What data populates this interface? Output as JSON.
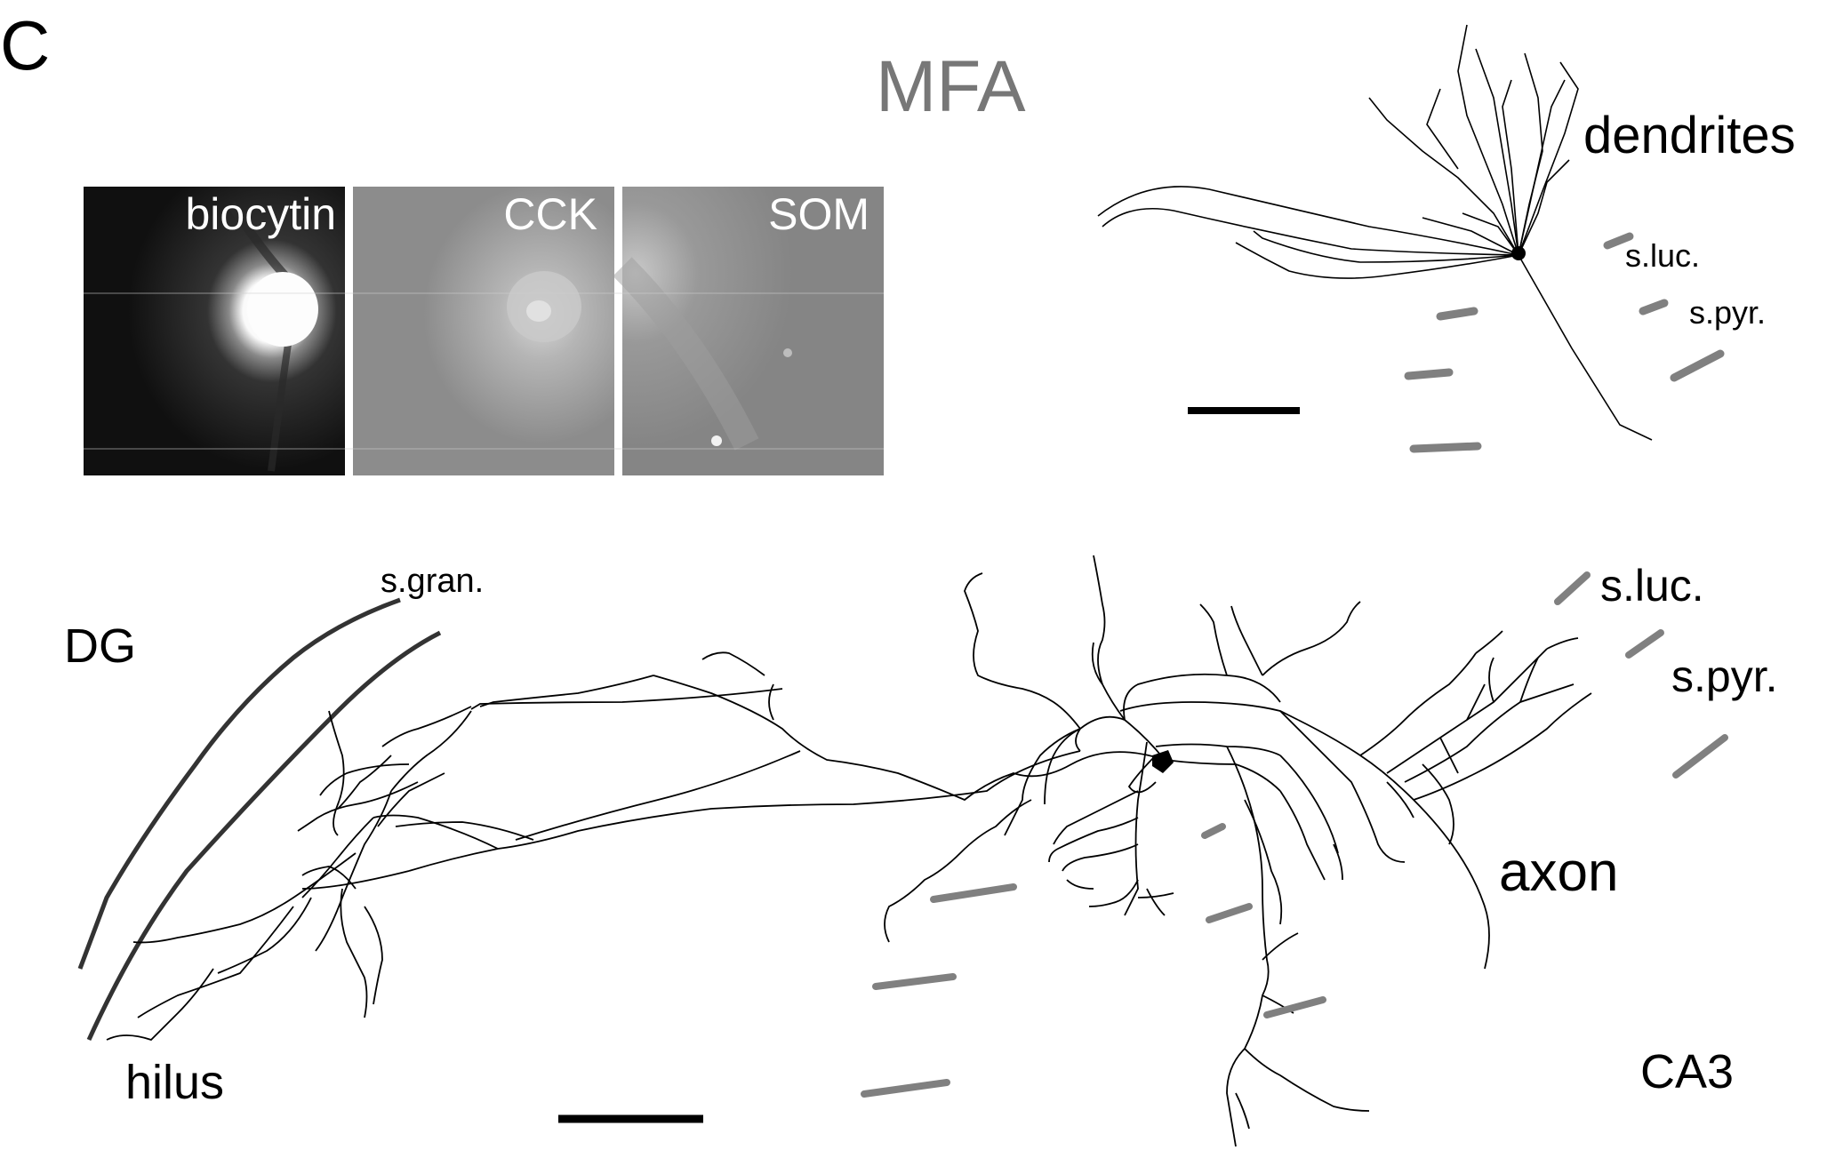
{
  "figure": {
    "panel_letter": "C",
    "title": "MFA",
    "micrographs": [
      {
        "label": "biocytin"
      },
      {
        "label": "CCK"
      },
      {
        "label": "SOM"
      }
    ],
    "dendrite_panel": {
      "label": "dendrites",
      "layers": [
        "s.luc.",
        "s.pyr."
      ]
    },
    "axon_panel": {
      "label": "axon",
      "regions": [
        "DG",
        "hilus",
        "CA3"
      ],
      "layers": [
        "s.gran.",
        "s.luc.",
        "s.pyr."
      ]
    }
  },
  "colors": {
    "ink": "#000000",
    "layer_marker": "#808080",
    "title": "#777777"
  }
}
